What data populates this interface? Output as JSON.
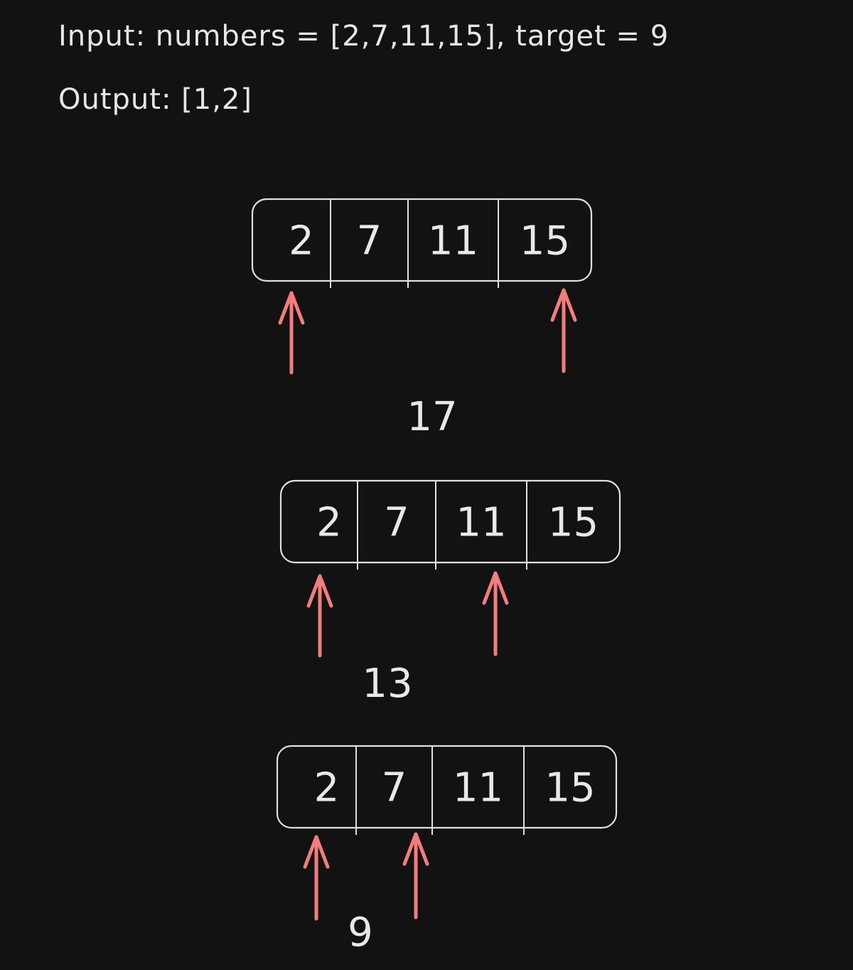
{
  "problem": {
    "input_text": "Input: numbers = [2,7,11,15], target = 9",
    "output_text": "Output: [1,2]"
  },
  "colors": {
    "background": "#121212",
    "stroke": "#e0e0e0",
    "pointer": "#f47c7c"
  },
  "steps": [
    {
      "cells": [
        "2",
        "7",
        "11",
        "15"
      ],
      "sum": "17",
      "left_pointer_index": 0,
      "right_pointer_index": 3
    },
    {
      "cells": [
        "2",
        "7",
        "11",
        "15"
      ],
      "sum": "13",
      "left_pointer_index": 0,
      "right_pointer_index": 2
    },
    {
      "cells": [
        "2",
        "7",
        "11",
        "15"
      ],
      "sum": "9",
      "left_pointer_index": 0,
      "right_pointer_index": 1
    }
  ]
}
